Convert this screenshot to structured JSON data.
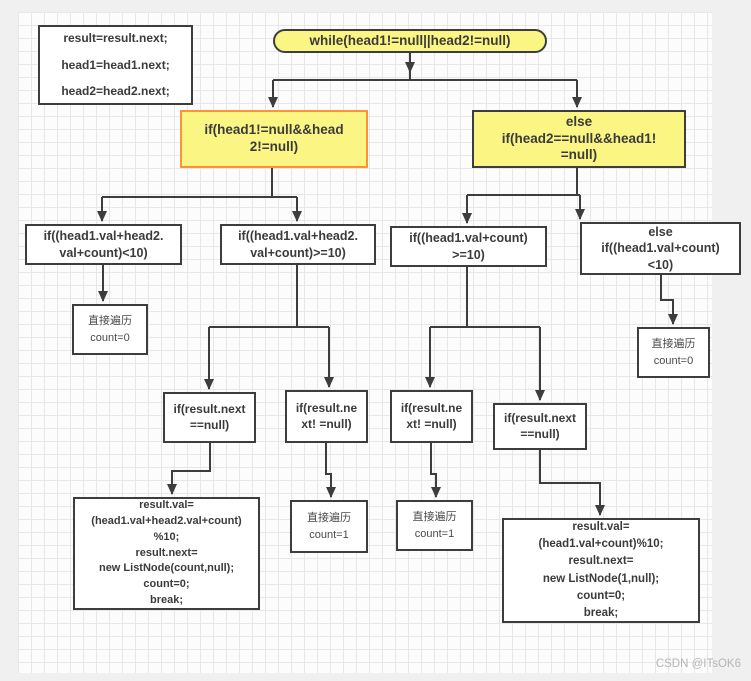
{
  "watermark": "CSDN @ITsOK6",
  "colors": {
    "node_yellow": "#fbf683",
    "highlight_border": "#ff9232",
    "line": "#3d3d3d",
    "grid_line": "#e7e7e7"
  },
  "nodes": {
    "advance_pointers_note": {
      "text": "result=result.next;\nhead1=head1.next;\nhead2=head2.next;"
    },
    "while_condition": {
      "text": "while(head1!=null||head2!=null)"
    },
    "if_both_not_null": {
      "text": "if(head1!=null&&head\n2!=null)"
    },
    "else_if_head2_null": {
      "text": "else\nif(head2==null&&head1!\n=null)"
    },
    "if_sum_lt_10": {
      "text": "if((head1.val+head2.\nval+count)<10)"
    },
    "if_sum_ge_10": {
      "text": "if((head1.val+head2.\nval+count)>=10)"
    },
    "if_head1_ge_10": {
      "text": "if((head1.val+count)\n>=10)"
    },
    "else_if_head1_lt_10": {
      "text": "else\nif((head1.val+count)\n<10)"
    },
    "traverse_count0_left": {
      "text": "直接遍历\ncount=0"
    },
    "traverse_count0_right": {
      "text": "直接遍历\ncount=0"
    },
    "if_result_next_null_left": {
      "text": "if(result.next\n==null)"
    },
    "if_result_next_not_null_left": {
      "text": "if(result.ne\nxt! =null)"
    },
    "if_result_next_not_null_right": {
      "text": "if(result.ne\nxt! =null)"
    },
    "if_result_next_null_right": {
      "text": "if(result.next\n==null)"
    },
    "traverse_count1_left": {
      "text": "直接遍历\ncount=1"
    },
    "traverse_count1_right": {
      "text": "直接遍历\ncount=1"
    },
    "assign_sum_block": {
      "text": "result.val=\n(head1.val+head2.val+count)\n%10;\nresult.next=\nnew ListNode(count,null);\ncount=0;\nbreak;"
    },
    "assign_head1_block": {
      "text": "result.val=\n(head1.val+count)%10;\nresult.next=\nnew ListNode(1,null);\ncount=0;\nbreak;"
    }
  }
}
